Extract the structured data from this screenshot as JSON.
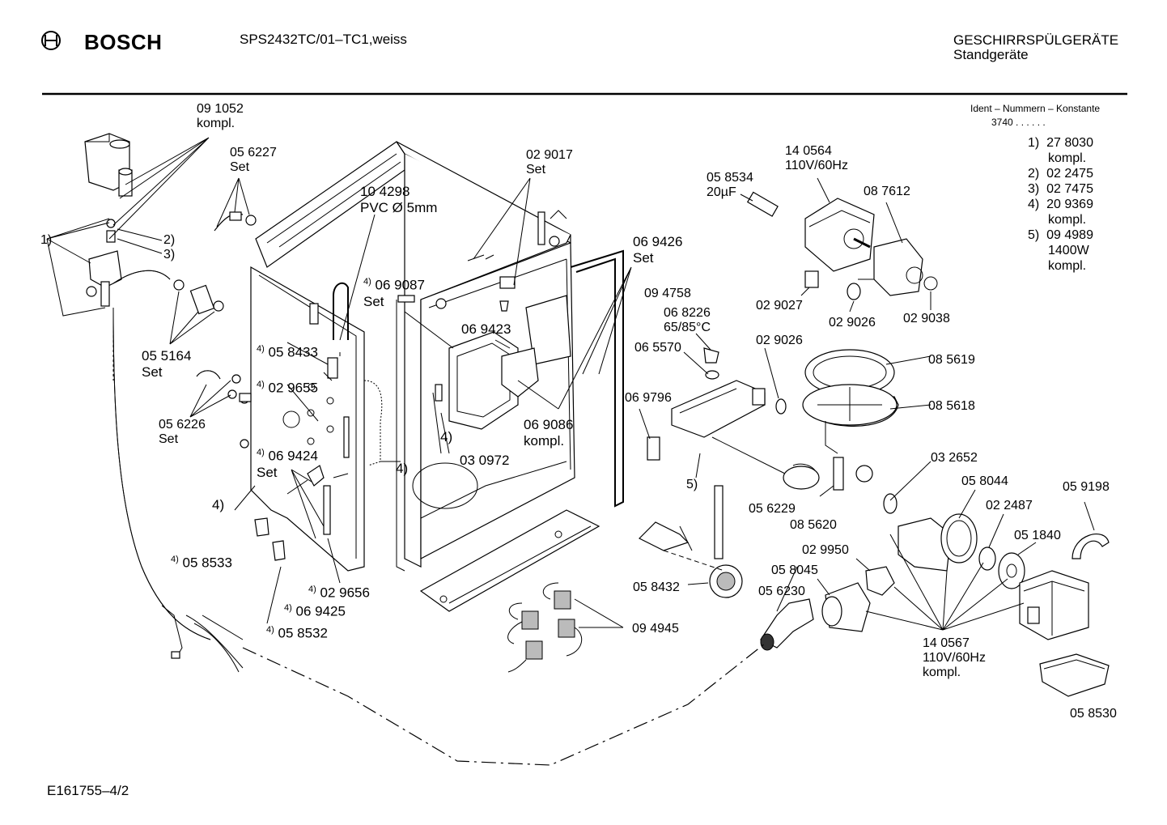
{
  "header": {
    "brand": "BOSCH",
    "model": "SPS2432TC/01–TC1,weiss",
    "category": "GESCHIRRSPÜLGERÄTE",
    "subcategory": "Standgeräte",
    "ident_title": "Ident – Nummern – Konstante",
    "ident_value": "3740  .  .    .  .  .  ."
  },
  "ident_list": [
    {
      "n": "1)",
      "code": "27 8030",
      "note": "kompl."
    },
    {
      "n": "2)",
      "code": "02 2475",
      "note": ""
    },
    {
      "n": "3)",
      "code": "02 7475",
      "note": ""
    },
    {
      "n": "4)",
      "code": "20 9369",
      "note": "kompl."
    },
    {
      "n": "5)",
      "code": "09 4989",
      "note": "1400W",
      "note2": "kompl."
    }
  ],
  "labels": {
    "l091052": "09 1052",
    "l091052b": "kompl.",
    "l056227": "05 6227",
    "l056227b": "Set",
    "l104298": "10 4298",
    "l104298b": "PVC Ø 5mm",
    "l029017": "02 9017",
    "l029017b": "Set",
    "l140564": "14 0564",
    "l140564b": "110V/60Hz",
    "l058534": "05 8534",
    "l058534b": "20µF",
    "l087612": "08 7612",
    "l1": "1)",
    "l2": "2)",
    "l3": "3)",
    "l069426": "06 9426",
    "l069426b": "Set",
    "l094758": "09 4758",
    "l029027": "02 9027",
    "l029026a": "02 9026",
    "l029038": "02 9038",
    "l069087": "06 9087",
    "l069087b": "Set",
    "l068226": "06 8226",
    "l068226b": "65/85°C",
    "l069423": "06 9423",
    "l065570": "06 5570",
    "l029026b": "02 9026",
    "l085619": "08 5619",
    "l055164": "05 5164",
    "l055164b": "Set",
    "l058433": "05 8433",
    "l029655": "02 9655",
    "l069796": "06 9796",
    "l085618": "08 5618",
    "l056226": "05 6226",
    "l056226b": "Set",
    "l069086": "06 9086",
    "l069086b": "kompl.",
    "l4a": "4)",
    "l030972": "03 0972",
    "l069424": "06 9424",
    "l069424b": "Set",
    "l4b": "4)",
    "l5": "5)",
    "l032652": "03 2652",
    "l056229": "05 6229",
    "l085620": "08 5620",
    "l058044": "05 8044",
    "l059198": "05 9198",
    "l022487": "02 2487",
    "l4c": "4)",
    "l051840": "05 1840",
    "l058533": "05 8533",
    "l029950": "02 9950",
    "l058045": "05 8045",
    "l058432": "05 8432",
    "l029656": "02 9656",
    "l056230": "05 6230",
    "l069425": "06 9425",
    "l094945": "09 4945",
    "l058532": "05 8532",
    "l140567": "14 0567",
    "l140567b": "110V/60Hz",
    "l140567c": "kompl.",
    "l058530": "05 8530",
    "sup4": "4)"
  },
  "footer": {
    "code": "E161755–4/2"
  }
}
